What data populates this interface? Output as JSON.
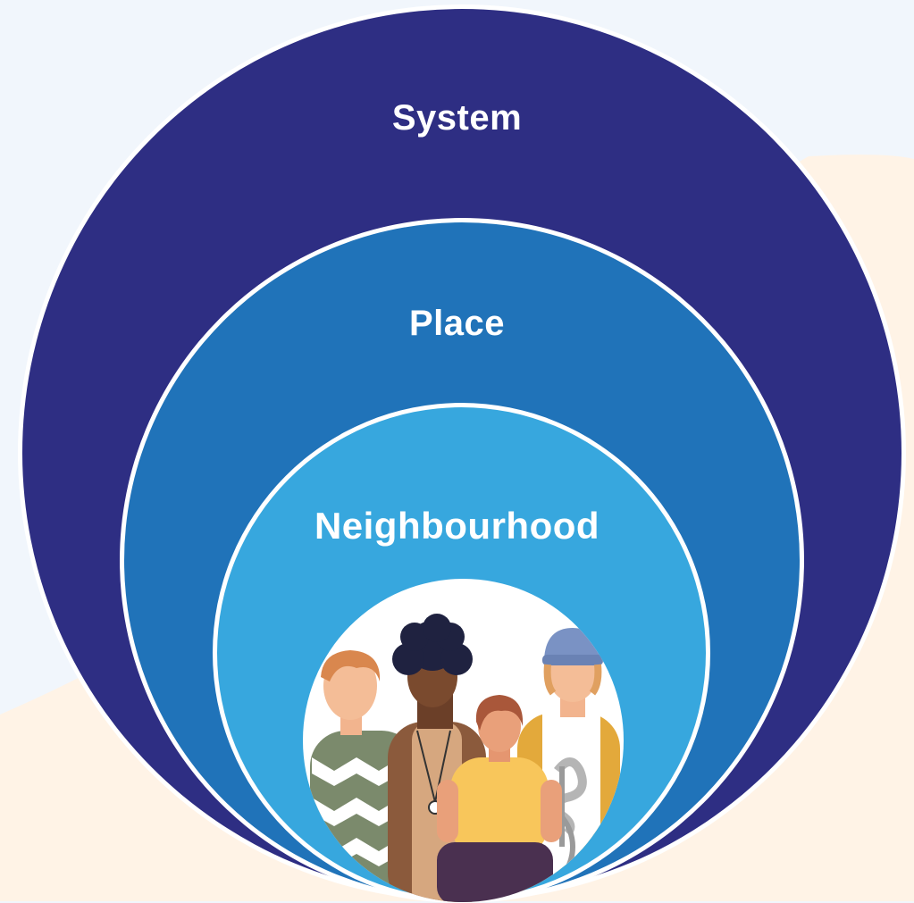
{
  "diagram": {
    "levels": [
      {
        "label": "System"
      },
      {
        "label": "Place"
      },
      {
        "label": "Neighbourhood"
      }
    ],
    "center_image": {
      "depicts": "group of diverse people"
    },
    "colors": {
      "background": "#f1f6fc",
      "background_accent": "#fff3e6",
      "system": "#2e2e83",
      "place": "#2073b9",
      "neighbourhood": "#37a7de",
      "ring_outline": "#ffffff"
    }
  }
}
